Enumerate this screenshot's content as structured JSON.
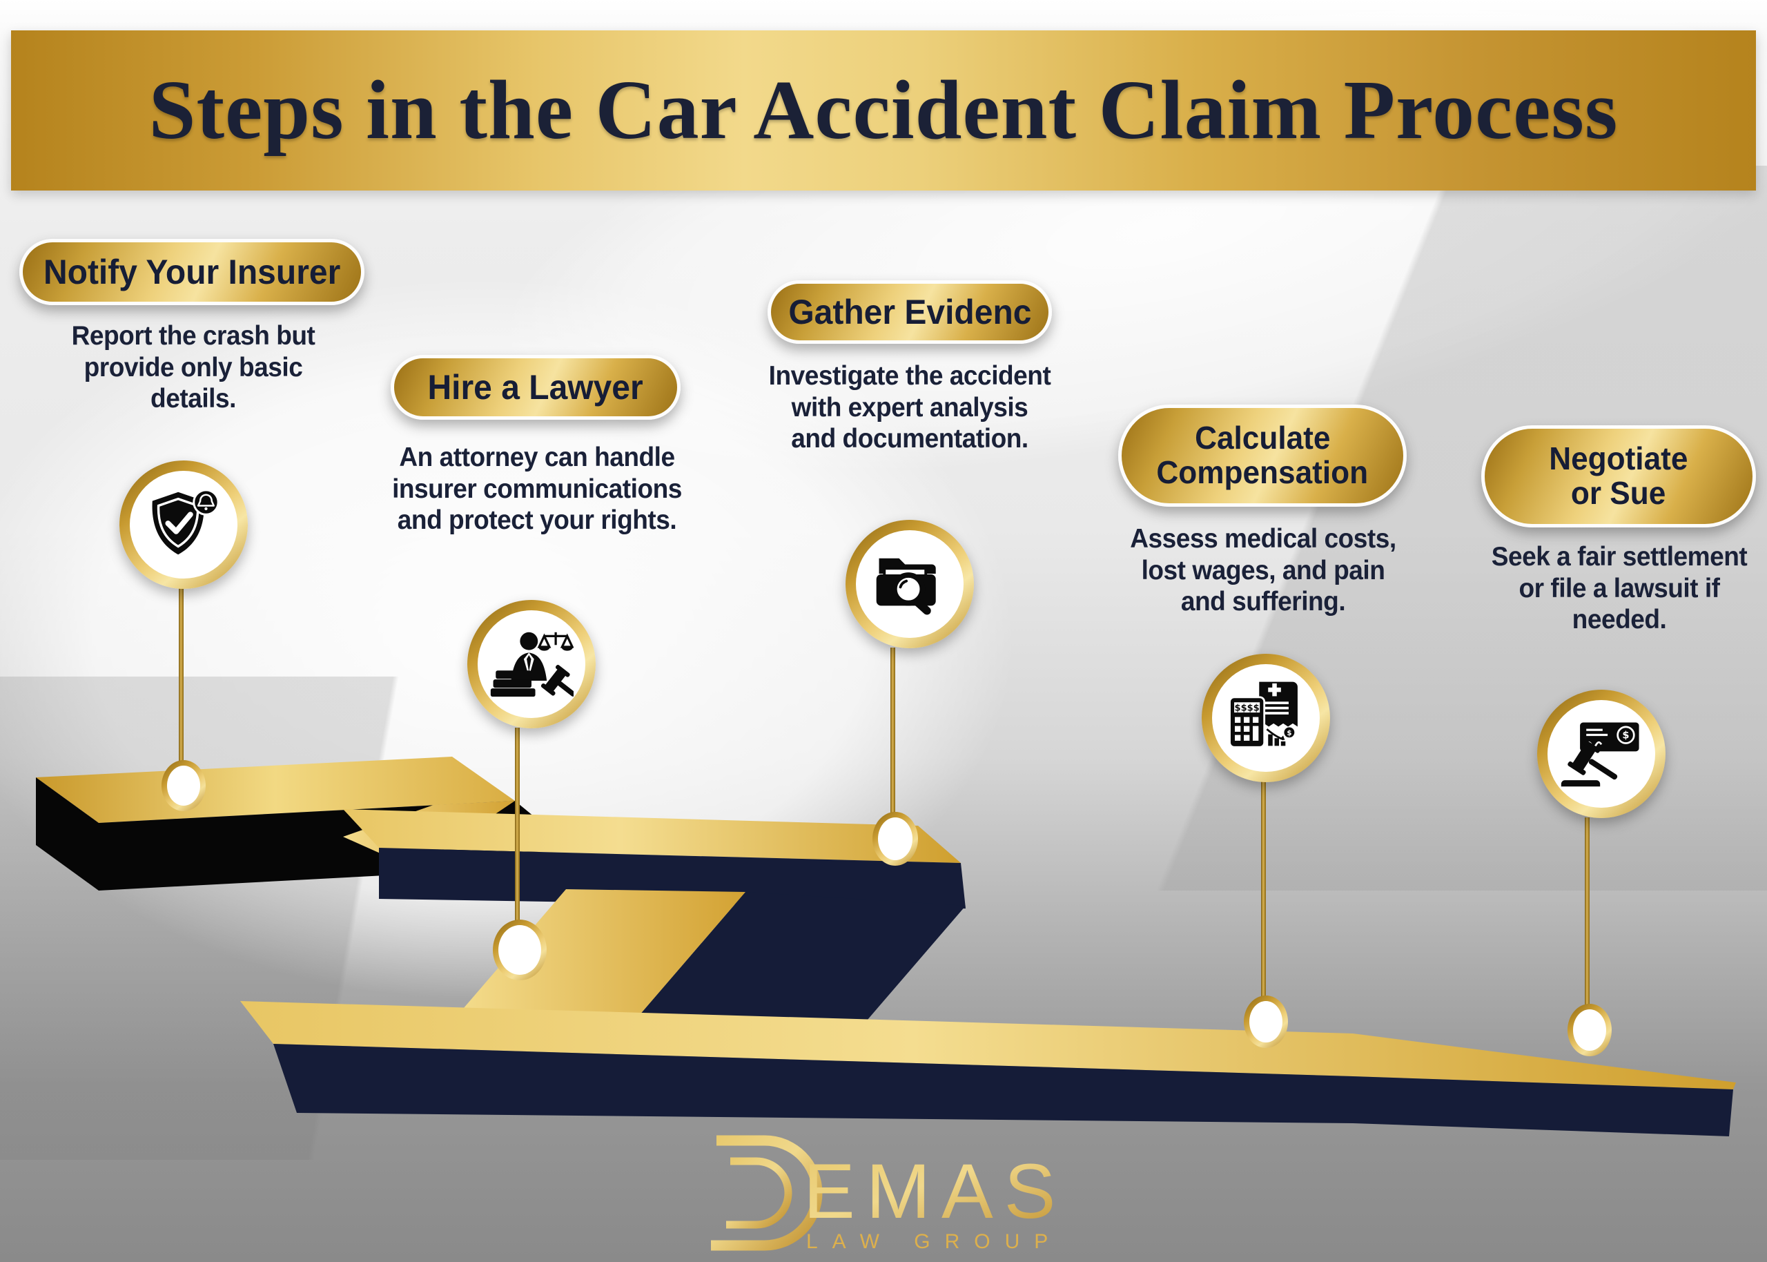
{
  "title": "Steps in the Car Accident Claim Process",
  "steps": [
    {
      "label": "Notify Your Insurer",
      "label_lines": [
        "Notify Your Insurer"
      ],
      "desc_lines": [
        "Report the crash but",
        "provide only basic",
        "details."
      ],
      "icon": "shield-check-bell"
    },
    {
      "label": "Hire a Lawyer",
      "label_lines": [
        "Hire a Lawyer"
      ],
      "desc_lines": [
        "An attorney can handle",
        "insurer communications",
        "and protect your rights."
      ],
      "icon": "lawyer-scales-gavel"
    },
    {
      "label": "Gather Evidenc",
      "label_lines": [
        "Gather Evidenc"
      ],
      "desc_lines": [
        "Investigate the accident",
        "with expert analysis",
        "and documentation."
      ],
      "icon": "folder-magnifier"
    },
    {
      "label": "Calculate Compensation",
      "label_lines": [
        "Calculate",
        "Compensation"
      ],
      "desc_lines": [
        "Assess medical costs,",
        "lost wages, and pain",
        "and suffering."
      ],
      "icon": "calculator-medical-bill"
    },
    {
      "label": "Negotiate or Sue",
      "label_lines": [
        "Negotiate",
        "or Sue"
      ],
      "desc_lines": [
        "Seek a fair settlement",
        "or file a lawsuit if",
        "needed."
      ],
      "icon": "gavel-cheque"
    }
  ],
  "footer": {
    "brand_mark": "D",
    "brand_rest": "EMAS",
    "tagline": "LAW GROUP"
  },
  "colors": {
    "navy_text": "#1a2138",
    "gold": "#d9b04a",
    "road_navy": "#151c38",
    "road_black": "#060606",
    "background_gray": "#ededed"
  }
}
